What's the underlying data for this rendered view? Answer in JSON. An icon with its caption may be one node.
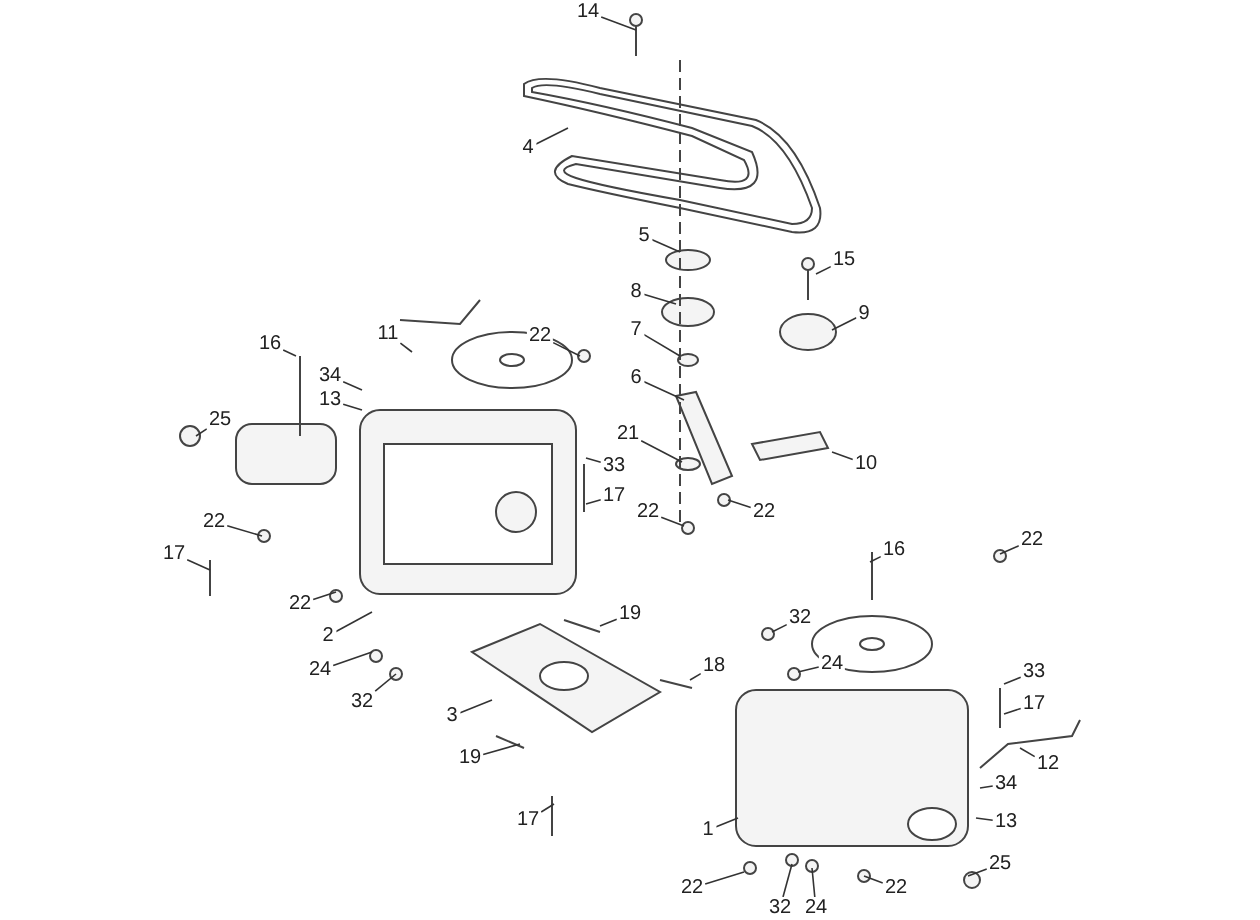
{
  "diagram": {
    "nodes": [
      {
        "text": [
          "14"
        ]
      },
      {
        "text": [
          "4"
        ]
      },
      {
        "text": [
          "5"
        ]
      },
      {
        "text": [
          "8"
        ]
      },
      {
        "text": [
          "15"
        ]
      },
      {
        "text": [
          "9"
        ]
      },
      {
        "text": [
          "7"
        ]
      },
      {
        "text": [
          "6"
        ]
      },
      {
        "text": [
          "21"
        ]
      },
      {
        "text": [
          "10"
        ]
      },
      {
        "text": [
          "22"
        ]
      },
      {
        "text": [
          "22"
        ]
      },
      {
        "text": [
          "11"
        ]
      },
      {
        "text": [
          "22"
        ]
      },
      {
        "text": [
          "16"
        ]
      },
      {
        "text": [
          "34"
        ]
      },
      {
        "text": [
          "13"
        ]
      },
      {
        "text": [
          "25"
        ]
      },
      {
        "text": [
          "33"
        ]
      },
      {
        "text": [
          "17"
        ]
      },
      {
        "text": [
          "22"
        ]
      },
      {
        "text": [
          "17"
        ]
      },
      {
        "text": [
          "22"
        ]
      },
      {
        "text": [
          "2"
        ]
      },
      {
        "text": [
          "19"
        ]
      },
      {
        "text": [
          "24"
        ]
      },
      {
        "text": [
          "32"
        ]
      },
      {
        "text": [
          "3"
        ]
      },
      {
        "text": [
          "19"
        ]
      },
      {
        "text": [
          "16"
        ]
      },
      {
        "text": [
          "22"
        ]
      },
      {
        "text": [
          "32"
        ]
      },
      {
        "text": [
          "24"
        ]
      },
      {
        "text": [
          "18"
        ]
      },
      {
        "text": [
          "33"
        ]
      },
      {
        "text": [
          "17"
        ]
      },
      {
        "text": [
          "12"
        ]
      },
      {
        "text": [
          "34"
        ]
      },
      {
        "text": [
          "13"
        ]
      },
      {
        "text": [
          "1"
        ]
      },
      {
        "text": [
          "25"
        ]
      },
      {
        "text": [
          "22"
        ]
      },
      {
        "text": [
          "32"
        ]
      },
      {
        "text": [
          "24"
        ]
      },
      {
        "text": [
          "22"
        ]
      },
      {
        "text": [
          "17"
        ]
      }
    ],
    "edges": [
      {
        "from": 0,
        "to": null,
        "arrow": "none"
      },
      {
        "from": 1,
        "to": null,
        "arrow": "none"
      },
      {
        "from": 2,
        "to": null,
        "arrow": "none"
      },
      {
        "from": 3,
        "to": null,
        "arrow": "none"
      },
      {
        "from": 4,
        "to": null,
        "arrow": "none"
      },
      {
        "from": 5,
        "to": null,
        "arrow": "none"
      },
      {
        "from": 6,
        "to": null,
        "arrow": "none"
      },
      {
        "from": 7,
        "to": null,
        "arrow": "none"
      },
      {
        "from": 8,
        "to": null,
        "arrow": "none"
      },
      {
        "from": 9,
        "to": null,
        "arrow": "none"
      },
      {
        "from": 10,
        "to": null,
        "arrow": "none"
      },
      {
        "from": 11,
        "to": null,
        "arrow": "none"
      },
      {
        "from": 12,
        "to": null,
        "arrow": "none"
      },
      {
        "from": 13,
        "to": null,
        "arrow": "none"
      },
      {
        "from": 14,
        "to": null,
        "arrow": "none"
      },
      {
        "from": 15,
        "to": null,
        "arrow": "none"
      },
      {
        "from": 16,
        "to": null,
        "arrow": "none"
      },
      {
        "from": 17,
        "to": null,
        "arrow": "none"
      },
      {
        "from": 18,
        "to": null,
        "arrow": "none"
      },
      {
        "from": 19,
        "to": null,
        "arrow": "none"
      },
      {
        "from": 20,
        "to": null,
        "arrow": "none"
      },
      {
        "from": 21,
        "to": null,
        "arrow": "none"
      },
      {
        "from": 22,
        "to": null,
        "arrow": "none"
      },
      {
        "from": 23,
        "to": null,
        "arrow": "none"
      },
      {
        "from": 24,
        "to": null,
        "arrow": "none"
      },
      {
        "from": 25,
        "to": null,
        "arrow": "none"
      },
      {
        "from": 26,
        "to": null,
        "arrow": "none"
      },
      {
        "from": 27,
        "to": null,
        "arrow": "none"
      },
      {
        "from": 28,
        "to": null,
        "arrow": "none"
      },
      {
        "from": 29,
        "to": null,
        "arrow": "none"
      },
      {
        "from": 30,
        "to": null,
        "arrow": "none"
      },
      {
        "from": 31,
        "to": null,
        "arrow": "none"
      },
      {
        "from": 32,
        "to": null,
        "arrow": "none"
      },
      {
        "from": 33,
        "to": null,
        "arrow": "none"
      },
      {
        "from": 34,
        "to": null,
        "arrow": "none"
      },
      {
        "from": 35,
        "to": null,
        "arrow": "none"
      },
      {
        "from": 36,
        "to": null,
        "arrow": "none"
      },
      {
        "from": 37,
        "to": null,
        "arrow": "none"
      },
      {
        "from": 38,
        "to": null,
        "arrow": "none"
      },
      {
        "from": 39,
        "to": null,
        "arrow": "none"
      },
      {
        "from": 40,
        "to": null,
        "arrow": "none"
      },
      {
        "from": 41,
        "to": null,
        "arrow": "none"
      },
      {
        "from": 42,
        "to": null,
        "arrow": "none"
      },
      {
        "from": 43,
        "to": null,
        "arrow": "none"
      },
      {
        "from": 44,
        "to": null,
        "arrow": "none"
      },
      {
        "from": 45,
        "to": null,
        "arrow": "none"
      }
    ]
  }
}
